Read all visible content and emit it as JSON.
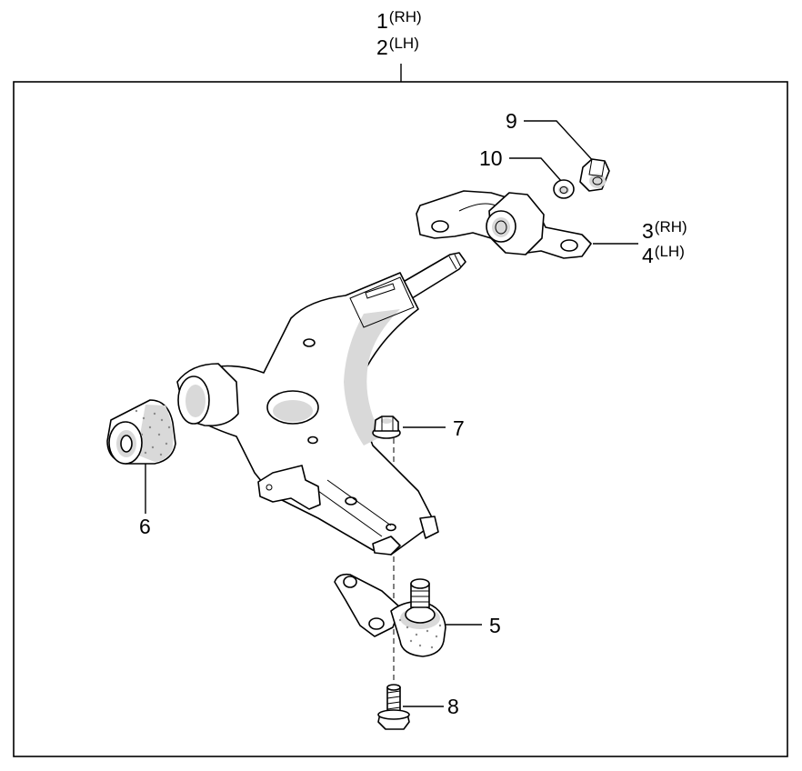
{
  "callouts": {
    "c1": {
      "num": "1",
      "side": "(RH)"
    },
    "c2": {
      "num": "2",
      "side": "(LH)"
    },
    "c3": {
      "num": "3",
      "side": "(RH)"
    },
    "c4": {
      "num": "4",
      "side": "(LH)"
    },
    "c5": {
      "num": "5"
    },
    "c6": {
      "num": "6"
    },
    "c7": {
      "num": "7"
    },
    "c8": {
      "num": "8"
    },
    "c9": {
      "num": "9"
    },
    "c10": {
      "num": "10"
    }
  },
  "colors": {
    "line": "#000000",
    "background": "#ffffff",
    "shade": "#d9d9d9",
    "stipple": "#8c8c8c"
  }
}
